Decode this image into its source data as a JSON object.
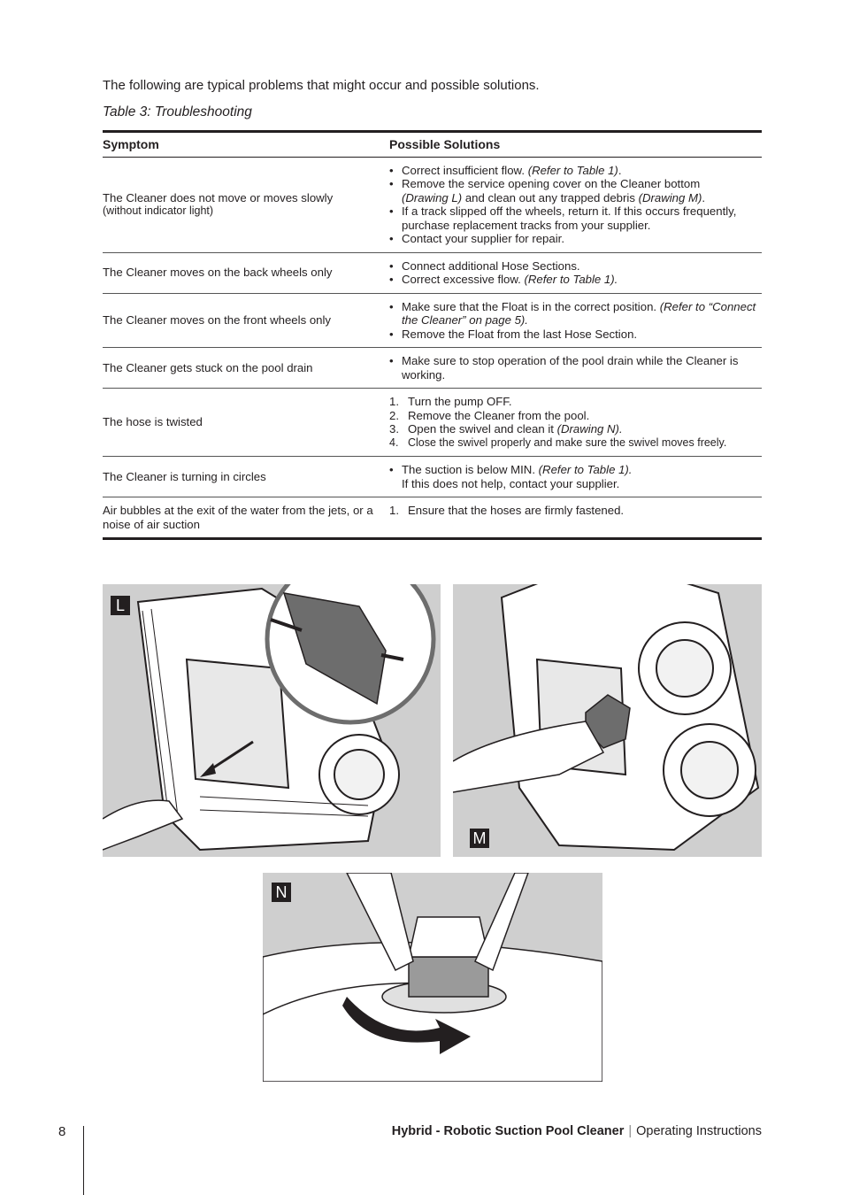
{
  "intro": "The following are typical problems that might occur and possible solutions.",
  "table_caption": "Table 3: Troubleshooting",
  "headers": {
    "symptom": "Symptom",
    "solutions": "Possible Solutions"
  },
  "rows": [
    {
      "symptom": "The Cleaner does not move or moves slowly",
      "symptom_sub": "(without indicator light)",
      "s1_a": "Correct insufficient flow. ",
      "s1_b": "(Refer to Table 1)",
      "s2_a": "Remove the service opening cover on the Cleaner bottom",
      "s2_b": "(Drawing L)",
      "s2_c": " and clean out any trapped debris ",
      "s2_d": "(Drawing M)",
      "s3": "If a track slipped off the wheels, return it. If this occurs frequently, purchase replacement tracks from your supplier.",
      "s4": "Contact your supplier for repair."
    },
    {
      "symptom": "The Cleaner moves on the back wheels only",
      "s1": "Connect additional Hose Sections.",
      "s2_a": "Correct excessive flow. ",
      "s2_b": "(Refer to Table 1)."
    },
    {
      "symptom": "The Cleaner moves on the front wheels only",
      "s1_a": "Make sure that the Float is in the correct position. ",
      "s1_b": "(Refer to “Connect the Cleaner” on page 5).",
      "s2": "Remove the Float from the last Hose Section."
    },
    {
      "symptom": "The Cleaner gets stuck on the pool drain",
      "s1": "Make sure to stop operation of the pool drain while the Cleaner is working."
    },
    {
      "symptom": "The hose is twisted",
      "n1": "1.",
      "s1_a": "Turn the pump ",
      "s1_b": "OFF",
      "s1_c": ".",
      "n2": "2.",
      "s2": "Remove the Cleaner from the pool.",
      "n3": "3.",
      "s3_a": "Open the swivel and clean it ",
      "s3_b": "(Drawing N).",
      "n4": "4.",
      "s4": "Close the swivel properly and make sure the swivel moves freely."
    },
    {
      "symptom": "The Cleaner is turning in circles",
      "s1_a": "The suction is below ",
      "s1_b": "MIN.",
      "s1_c": " (Refer to Table 1).",
      "s1_d": "If this does not help, contact your supplier."
    },
    {
      "symptom": "Air bubbles at the exit of the water from the jets, or a noise of air suction",
      "n1": "1.",
      "s1": "Ensure that the hoses are firmly fastened."
    }
  ],
  "drawings": {
    "l": "L",
    "m": "M",
    "n": "N"
  },
  "footer": {
    "page": "8",
    "product": "Hybrid - Robotic Suction Pool Cleaner",
    "sep": "|",
    "doc": "Operating Instructions"
  }
}
